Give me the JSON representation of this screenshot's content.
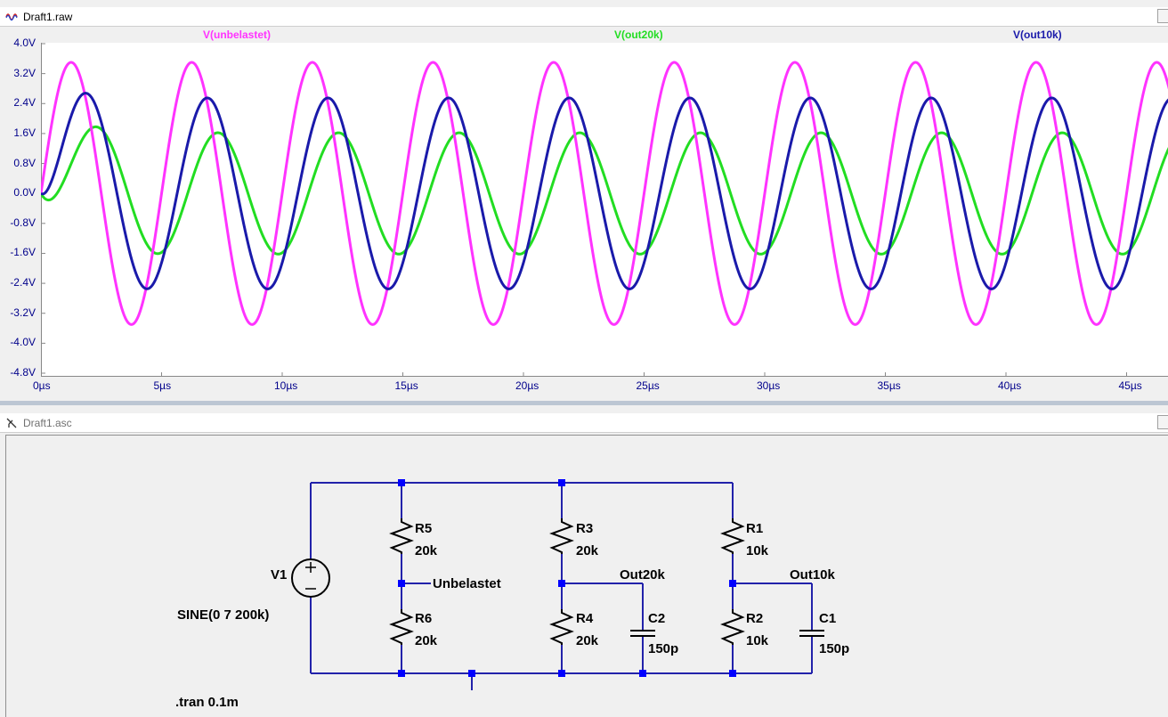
{
  "plot_window": {
    "title": "Draft1.raw",
    "traces": [
      {
        "name": "V(unbelastet)",
        "color": "#ff33ff"
      },
      {
        "name": "V(out20k)",
        "color": "#22dd22"
      },
      {
        "name": "V(out10k)",
        "color": "#1a1aaa"
      }
    ]
  },
  "schematic_window": {
    "title": "Draft1.asc",
    "labels": {
      "v1": "V1",
      "source_spec": "SINE(0 7 200k)",
      "r5": "R5",
      "r5_val": "20k",
      "r6": "R6",
      "r6_val": "20k",
      "r3": "R3",
      "r3_val": "20k",
      "r4": "R4",
      "r4_val": "20k",
      "c2": "C2",
      "c2_val": "150p",
      "r1": "R1",
      "r1_val": "10k",
      "r2": "R2",
      "r2_val": "10k",
      "c1": "C1",
      "c1_val": "150p",
      "net_unbelastet": "Unbelastet",
      "net_out20k": "Out20k",
      "net_out10k": "Out10k",
      "directive": ".tran 0.1m"
    },
    "colors": {
      "wire": "#2222aa",
      "junction": "#0000ff"
    }
  },
  "chart_data": {
    "type": "line",
    "xlabel": "",
    "ylabel": "",
    "xlim": [
      0,
      47
    ],
    "ylim": [
      -4.8,
      4.0
    ],
    "grid": false,
    "legend": "top",
    "y_ticks": [
      "4.0V",
      "3.2V",
      "2.4V",
      "1.6V",
      "0.8V",
      "0.0V",
      "-0.8V",
      "-1.6V",
      "-2.4V",
      "-3.2V",
      "-4.0V",
      "-4.8V"
    ],
    "x_ticks": [
      "0µs",
      "5µs",
      "10µs",
      "15µs",
      "20µs",
      "25µs",
      "30µs",
      "35µs",
      "40µs",
      "45µs"
    ],
    "series": [
      {
        "name": "V(unbelastet)",
        "color": "#ff33ff",
        "waveform": "sine",
        "frequency_khz": 200,
        "amplitude": 3.5,
        "offset": 0
      },
      {
        "name": "V(out20k)",
        "color": "#22dd22",
        "waveform": "sine",
        "frequency_khz": 200,
        "amplitude": 1.62,
        "offset": 0,
        "phase_deg": -78,
        "first_peak_v": 1.98
      },
      {
        "name": "V(out10k)",
        "color": "#1a1aaa",
        "waveform": "sine",
        "frequency_khz": 200,
        "amplitude": 2.55,
        "offset": 0,
        "phase_deg": -46.5,
        "first_peak_v": 2.7
      }
    ]
  }
}
